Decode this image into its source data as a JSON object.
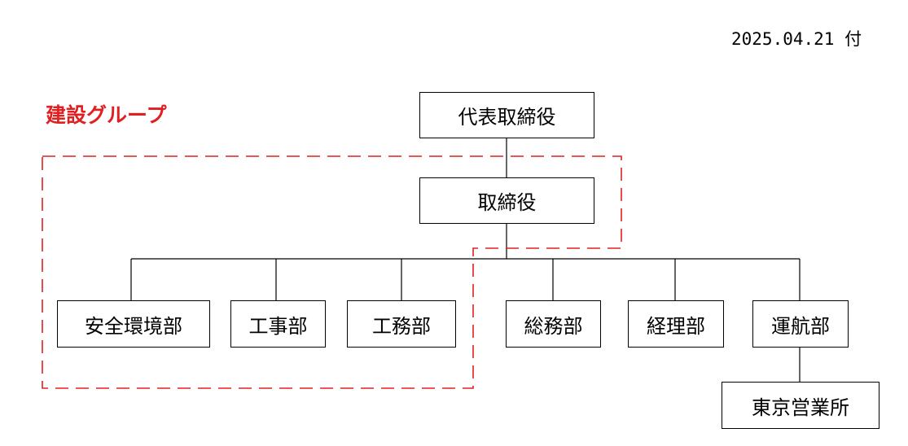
{
  "header": {
    "date": "2025.04.21 付"
  },
  "group": {
    "label": "建設グループ",
    "color": "#e02020"
  },
  "org": {
    "ceo": "代表取締役",
    "director": "取締役",
    "departments": {
      "safety_env": "安全環境部",
      "construction": "工事部",
      "works": "工務部",
      "general_affairs": "総務部",
      "accounting": "経理部",
      "shipping": "運航部"
    },
    "office": "東京営業所"
  }
}
